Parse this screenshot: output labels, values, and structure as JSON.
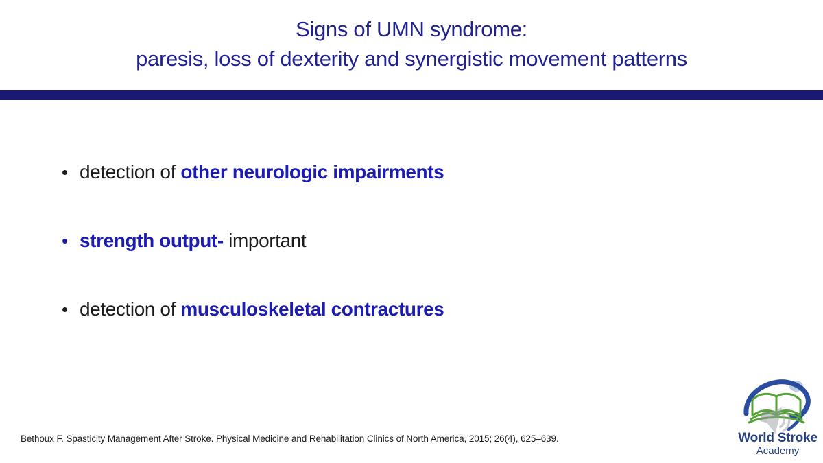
{
  "slide": {
    "title_line1": "Signs of UMN syndrome:",
    "title_line2": "paresis, loss of dexterity and synergistic movement patterns",
    "bullets": [
      {
        "marker": "•",
        "seg1": "detection of ",
        "seg2": "other neurologic impairments"
      },
      {
        "marker": "•",
        "seg1": "strength output-",
        "seg2": " important"
      },
      {
        "marker": "•",
        "seg1": "detection of ",
        "seg2": "musculoskeletal contractures"
      }
    ],
    "citation": "Bethoux F. Spasticity Management After Stroke. Physical Medicine and Rehabilitation Clinics of North America, 2015; 26(4), 625–639."
  },
  "logo": {
    "name_line1": "World Stroke",
    "name_line2": "Academy",
    "icons": {
      "swoosh": "blue-swoosh-icon",
      "book": "open-book-icon",
      "speaker": "muted-speaker-icon"
    }
  },
  "colors": {
    "title_navy": "#22228f",
    "divider_navy": "#1a1a72",
    "accent_blue": "#1c1cb0",
    "body_text": "#1b1b1b",
    "logo_green": "#55a237",
    "logo_blue": "#2a4da0",
    "logo_text_navy": "#27417f"
  }
}
